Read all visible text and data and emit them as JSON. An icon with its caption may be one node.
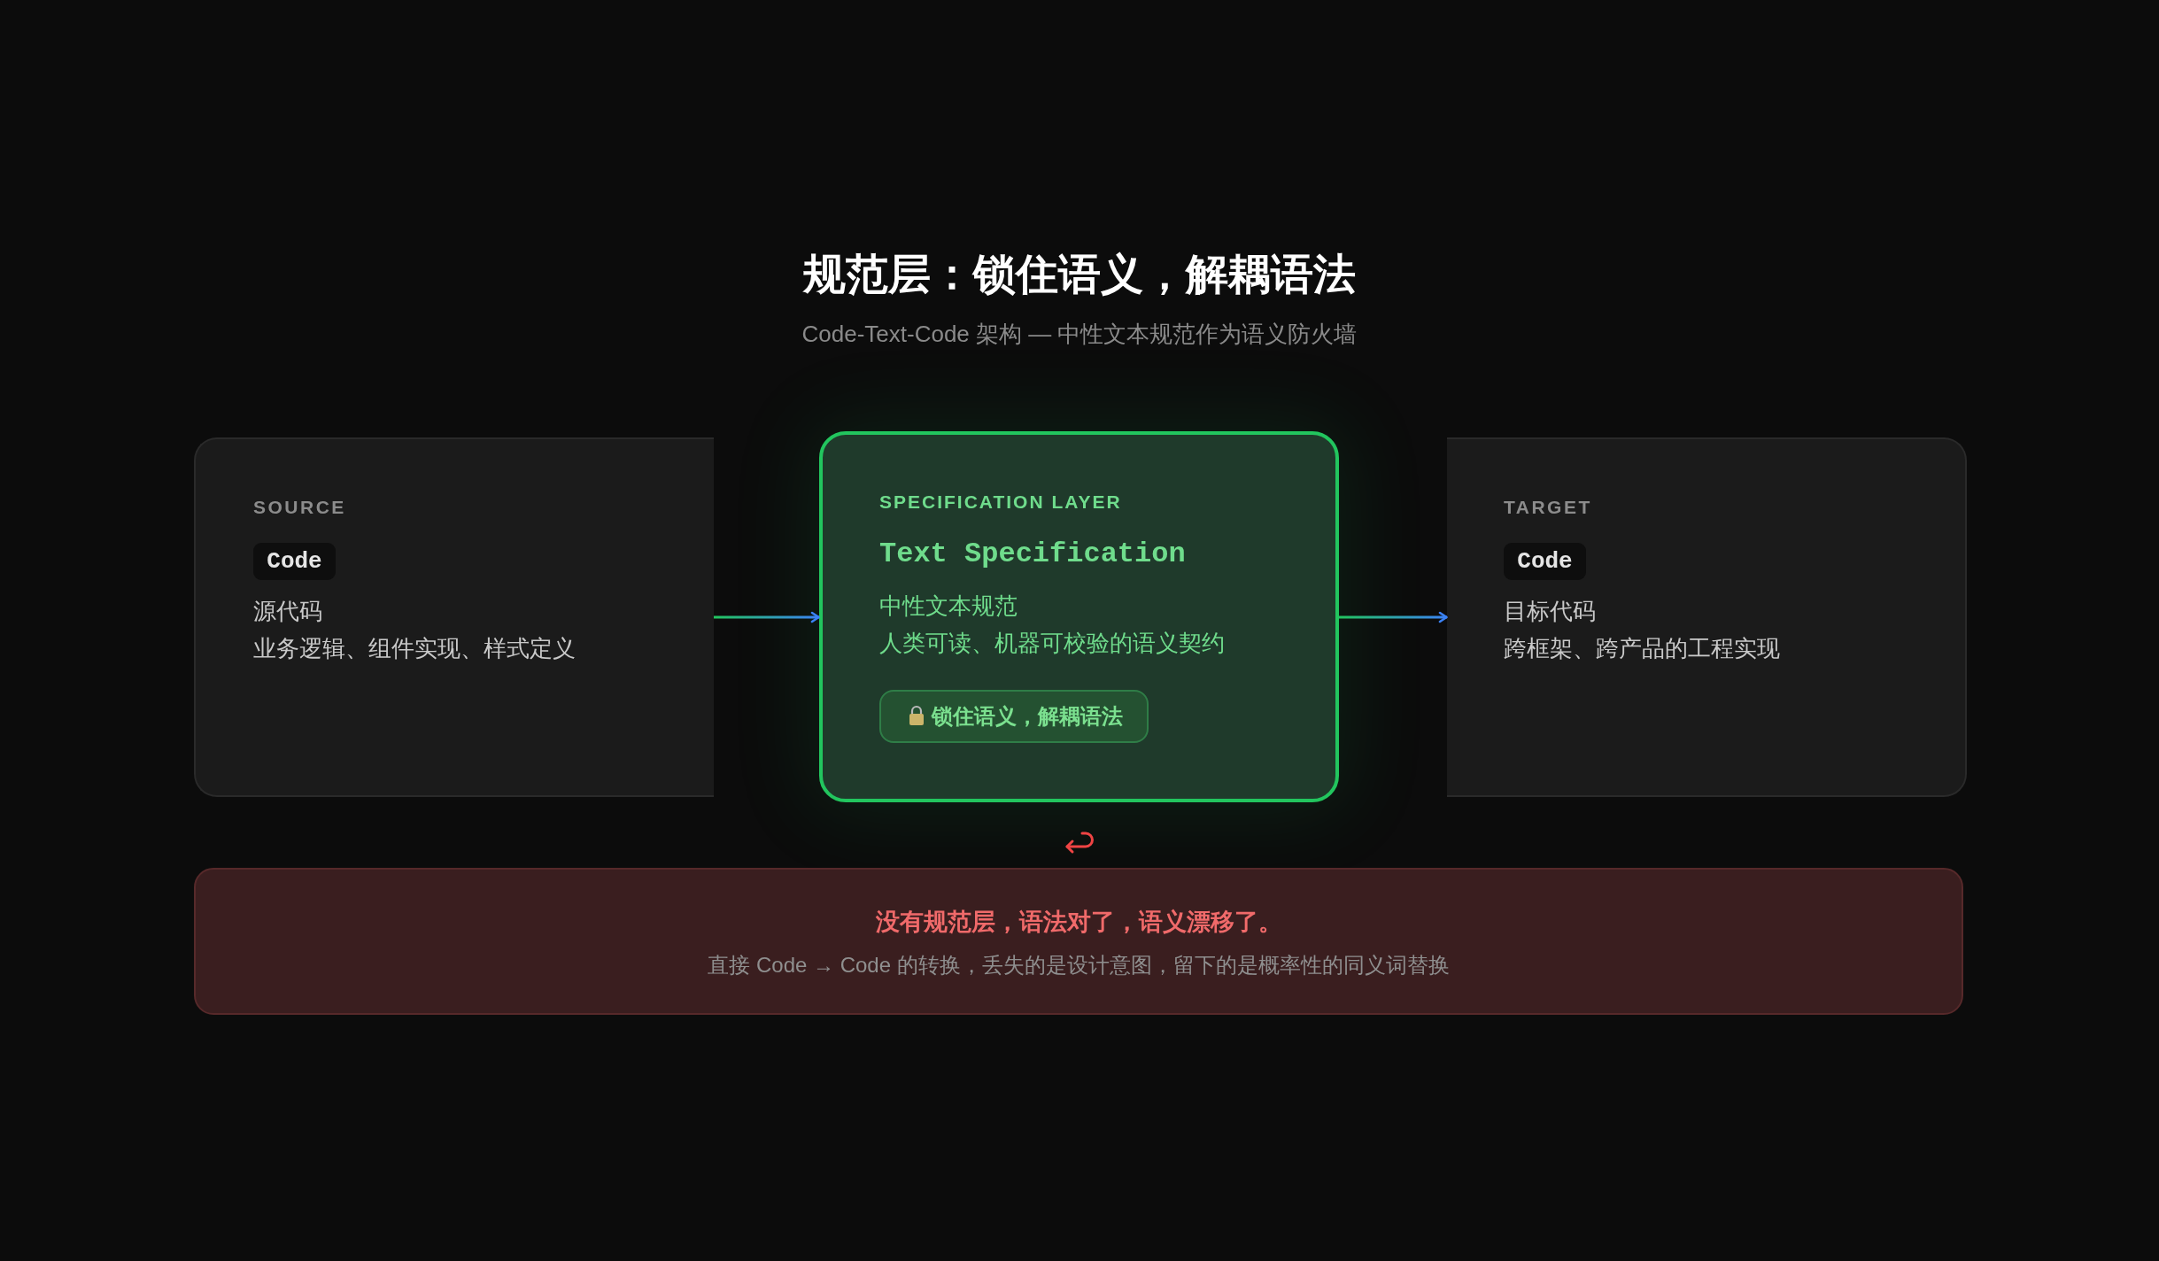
{
  "diagram": {
    "title": "规范层：锁住语义，解耦语法",
    "nodes": [
      {
        "text": [
          "SOURCE",
          "源代码",
          "业务逻辑、组件实现、样式定义"
        ]
      },
      {
        "text": [
          "Code"
        ],
        "in": 0
      },
      {
        "text": [
          "SPECIFICATION LAYER",
          "Text Specification",
          "中性文本规范",
          "人类可读、机器可校验的语义契约"
        ]
      },
      {
        "text": [
          "锁住语义，解耦语法"
        ],
        "in": 2
      },
      {
        "text": [
          "TARGET",
          "目标代码",
          "跨框架、跨产品的工程实现"
        ]
      },
      {
        "text": [
          "Code"
        ],
        "in": 4
      },
      {
        "text": [
          "没有规范层，语法对了，语义漂移了。",
          "直接 Code → Code 的转换，丢失的是设计意图，留下的是概率性的同义词替换"
        ]
      }
    ],
    "edges": [
      {
        "from": 0,
        "to": 2,
        "arrow": "to"
      },
      {
        "from": 2,
        "to": 4,
        "arrow": "to"
      }
    ],
    "labels": [
      "Code-Text-Code 架构 — 中性文本规范作为语义防火墙"
    ]
  }
}
